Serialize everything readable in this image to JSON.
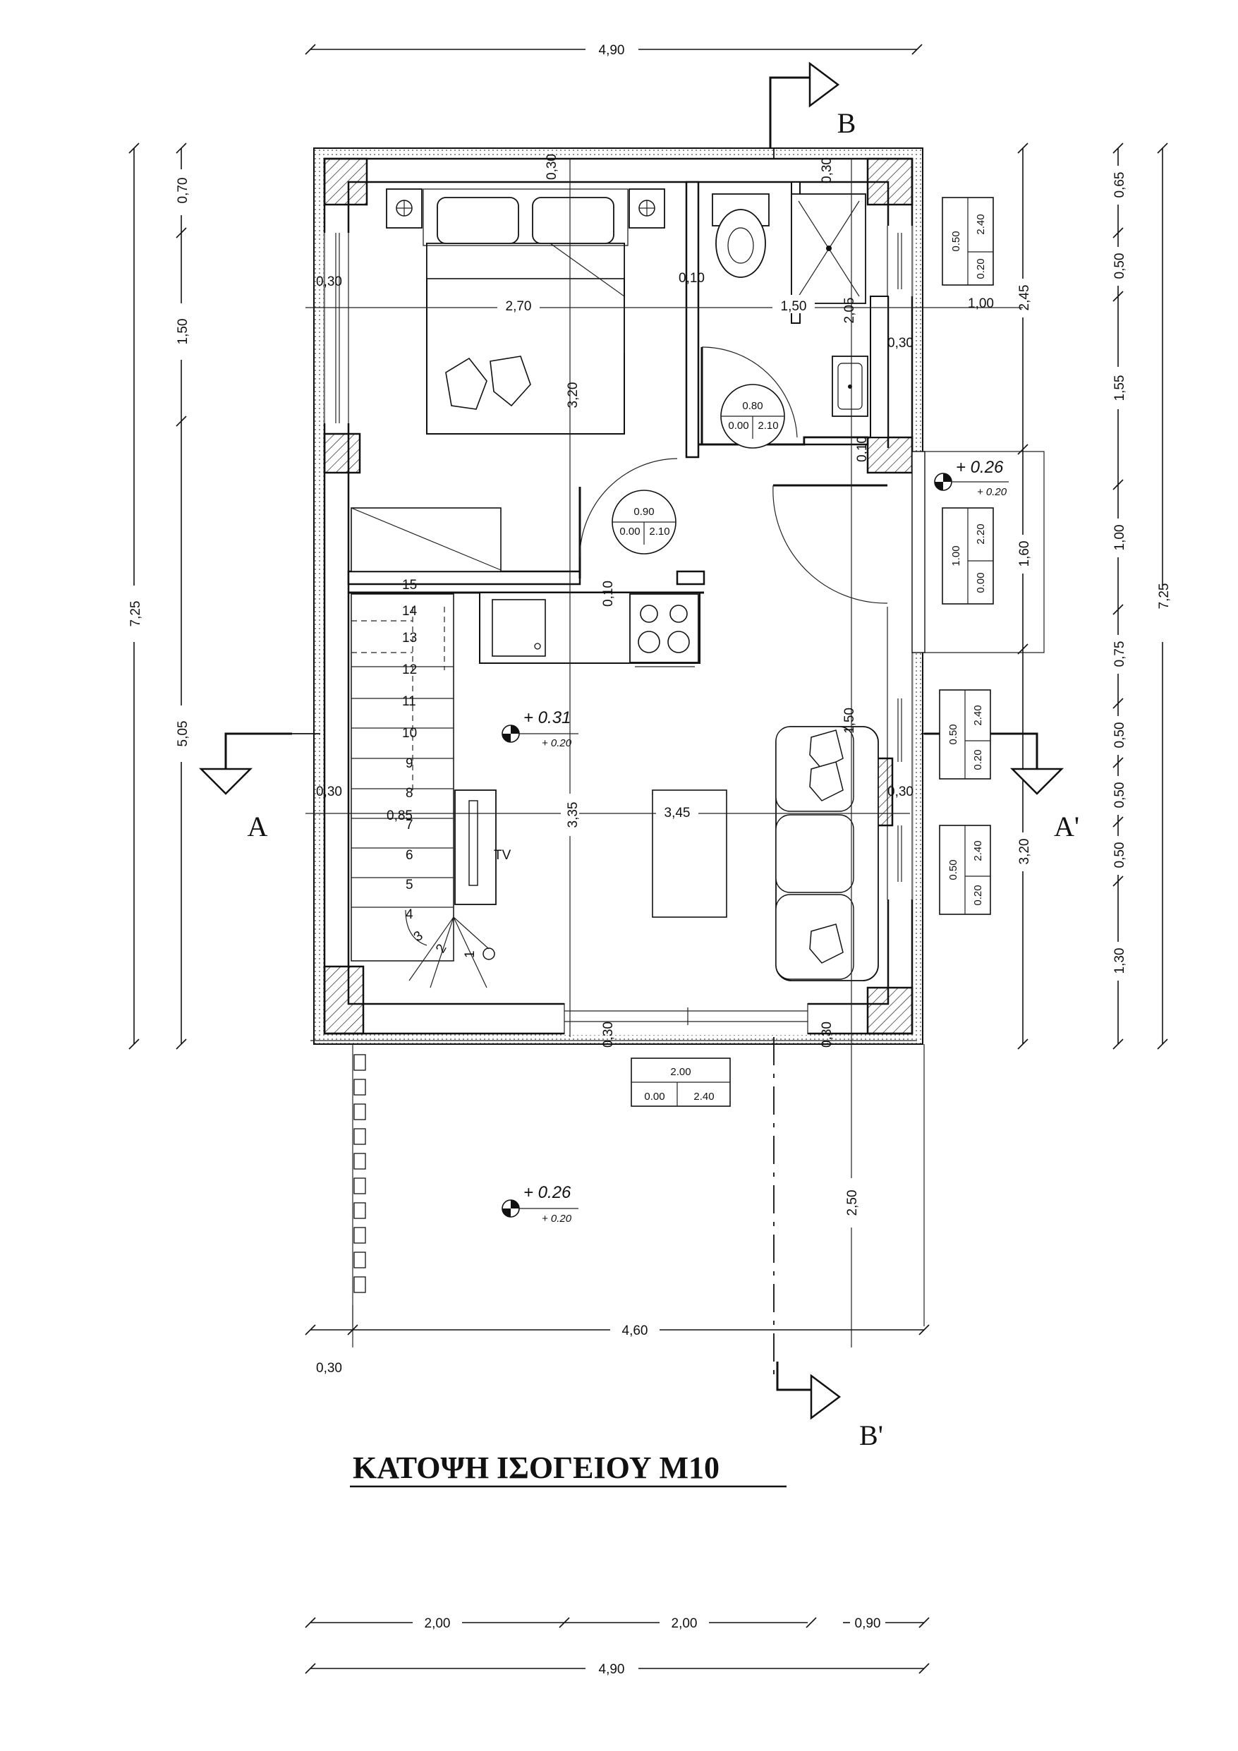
{
  "title": "ΚΑΤΟΨΗ ΙΣΟΓΕΙΟΥ Μ10",
  "sections": {
    "a": "A",
    "a_prime": "A'",
    "b": "B",
    "b_prime": "B'"
  },
  "dims_top": {
    "total": "4,90"
  },
  "dims_bottom": {
    "d1": "2,00",
    "d2": "2,00",
    "d3": "0,90",
    "total": "4,90"
  },
  "dims_left_outer": {
    "total": "7,25"
  },
  "dims_left_inner": {
    "d1": "0,70",
    "d2": "1,50",
    "d3": "5,05"
  },
  "dims_right_outer": {
    "total": "7,25"
  },
  "dims_right_inner": {
    "d1": "0,65",
    "d2": "0,50",
    "d3": "1,55",
    "d4": "1,00",
    "d5": "0,75",
    "d6": "0,50",
    "d7": "0,50",
    "d8": "0,50",
    "d9": "1,30"
  },
  "dims_right_mid": {
    "d1": "2,45",
    "d2": "1,60",
    "d3": "3,20"
  },
  "interior_dims": {
    "bedroom_width": "2,70",
    "bedroom_depth": "3,20",
    "bath_width": "1,50",
    "bath_depth": "2,05",
    "living_width": "3,45",
    "living_depth": "3,35",
    "wall_1": "0,10",
    "wall_2": "0,30",
    "wall_3": "0,30",
    "wall_4": "0,30",
    "wall_5": "0,10",
    "wall_6": "0,30",
    "wall_7": "0,10",
    "wall_8": "1,00",
    "wall_9": "0,30",
    "wall_10": "0,85",
    "wall_11": "0,30",
    "wall_12": "0,30",
    "wall_13": "0,30",
    "wall_14": "1,50",
    "terrace_depth": "2,50",
    "terrace_width": "4,60",
    "terrace_offset": "0,30"
  },
  "stair_steps": [
    "15",
    "14",
    "13",
    "12",
    "11",
    "10",
    "9",
    "8",
    "7",
    "6",
    "5",
    "4",
    "3",
    "2",
    "1"
  ],
  "tv_label": "TV",
  "levels": {
    "living": {
      "main": "+ 0.31",
      "sub": "+ 0.20"
    },
    "entrance": {
      "main": "+ 0.26",
      "sub": "+ 0.20"
    },
    "terrace": {
      "main": "+ 0.26",
      "sub": "+ 0.20"
    }
  },
  "doors": {
    "bath": {
      "width": "0.80",
      "sill": "0.00",
      "height": "2.10"
    },
    "bedroom": {
      "width": "0.90",
      "sill": "0.00",
      "height": "2.10"
    },
    "terrace": {
      "width": "2.00",
      "sill": "0.00",
      "height": "2.40"
    }
  },
  "windows": [
    {
      "width": "0.50",
      "sill": "0.20",
      "height": "2.40"
    },
    {
      "width": "1.00",
      "sill": "0.00",
      "height": "2.20"
    },
    {
      "width": "0.50",
      "sill": "0.20",
      "height": "2.40"
    },
    {
      "width": "0.50",
      "sill": "0.20",
      "height": "2.40"
    }
  ]
}
